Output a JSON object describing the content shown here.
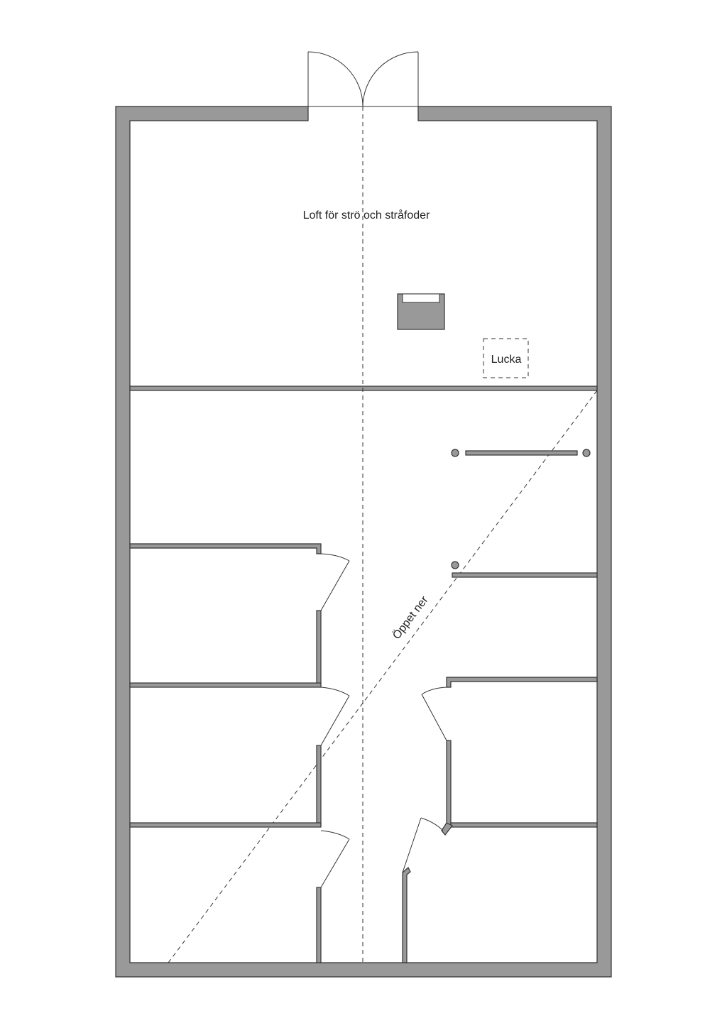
{
  "plan": {
    "loft_label": "Loft för strö och stråfoder",
    "hatch_label": "Lucka",
    "open_below_label": "Öppet ner"
  },
  "colors": {
    "wall_fill": "#999999",
    "line": "#333333",
    "background": "#ffffff"
  }
}
